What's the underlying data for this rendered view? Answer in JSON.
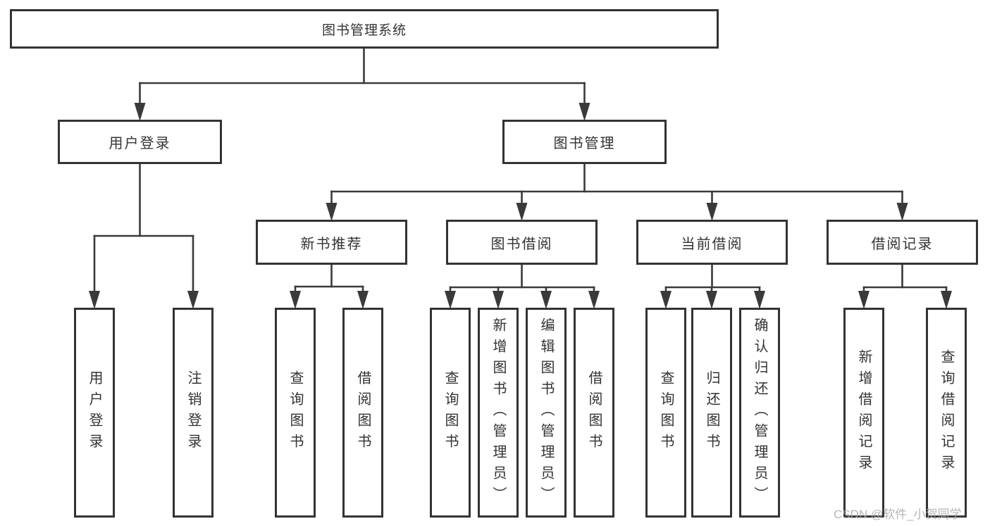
{
  "diagram": {
    "root": {
      "label": "图书管理系统"
    },
    "level2": [
      {
        "label": "用户登录"
      },
      {
        "label": "图书管理"
      }
    ],
    "level3": [
      {
        "label": "新书推荐"
      },
      {
        "label": "图书借阅"
      },
      {
        "label": "当前借阅"
      },
      {
        "label": "借阅记录"
      }
    ],
    "level4": [
      {
        "label": "用户登录"
      },
      {
        "label": "注销登录"
      },
      {
        "label": "查询图书"
      },
      {
        "label": "借阅图书"
      },
      {
        "label": "查询图书"
      },
      {
        "label": "新增图书（管理员）"
      },
      {
        "label": "编辑图书（管理员）"
      },
      {
        "label": "借阅图书"
      },
      {
        "label": "查询图书"
      },
      {
        "label": "归还图书"
      },
      {
        "label": "确认归还（管理员）"
      },
      {
        "label": "新增借阅记录"
      },
      {
        "label": "查询借阅记录"
      }
    ],
    "watermark": "CSDN @软件_小贺同学",
    "colors": {
      "line": "#3a3a3a",
      "box_border": "#333333",
      "text": "#333333",
      "watermark": "#a9a9a9",
      "background": "#ffffff"
    }
  }
}
